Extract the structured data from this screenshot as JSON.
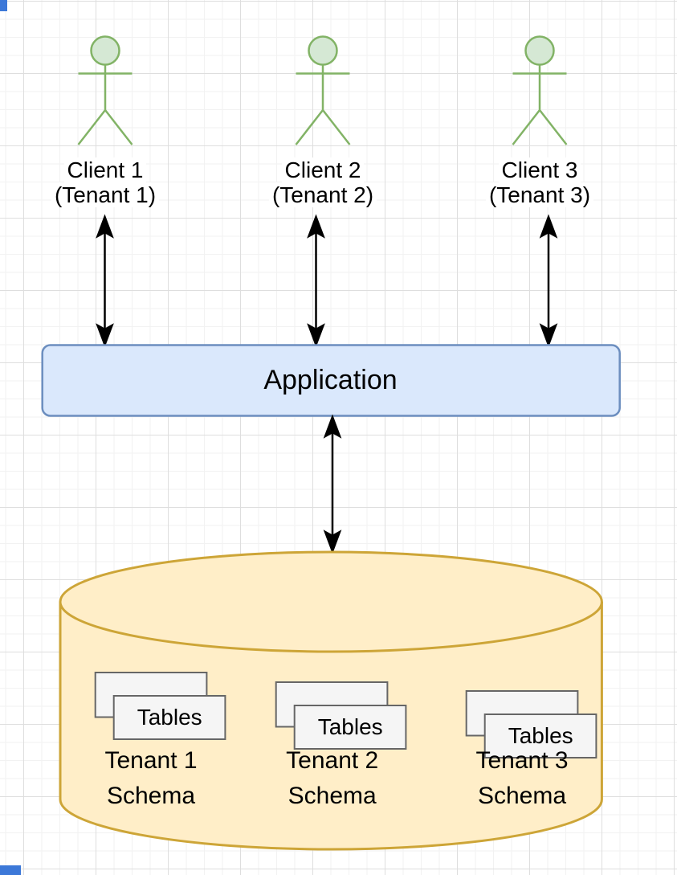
{
  "diagram": {
    "application": {
      "label": "Application"
    },
    "clients": [
      {
        "line1": "Client 1",
        "line2": "(Tenant 1)"
      },
      {
        "line1": "Client 2",
        "line2": "(Tenant 2)"
      },
      {
        "line1": "Client 3",
        "line2": "(Tenant 3)"
      }
    ],
    "database": {
      "schemas": [
        {
          "tables_label": "Tables",
          "line1": "Tenant 1",
          "line2": "Schema"
        },
        {
          "tables_label": "Tables",
          "line1": "Tenant 2",
          "line2": "Schema"
        },
        {
          "tables_label": "Tables",
          "line1": "Tenant 3",
          "line2": "Schema"
        }
      ]
    },
    "colors": {
      "actor_fill": "#d5e8d4",
      "actor_stroke": "#82b366",
      "app_fill": "#dae8fc",
      "app_stroke": "#6c8ebf",
      "db_fill": "#ffeec8",
      "db_stroke": "#cda537",
      "tables_fill": "#f5f5f5",
      "tables_stroke": "#666666",
      "arrow": "#000000",
      "grid_minor": "#f2f2f2",
      "grid_major": "#dedede",
      "artifact_blue": "#3c78d8"
    }
  }
}
